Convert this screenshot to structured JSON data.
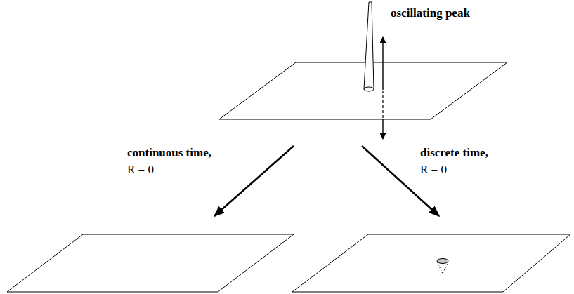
{
  "diagram": {
    "labels": [
      "oscillating peak",
      "continuous time,",
      "R = 0",
      "discrete time,",
      "R = 0"
    ]
  }
}
